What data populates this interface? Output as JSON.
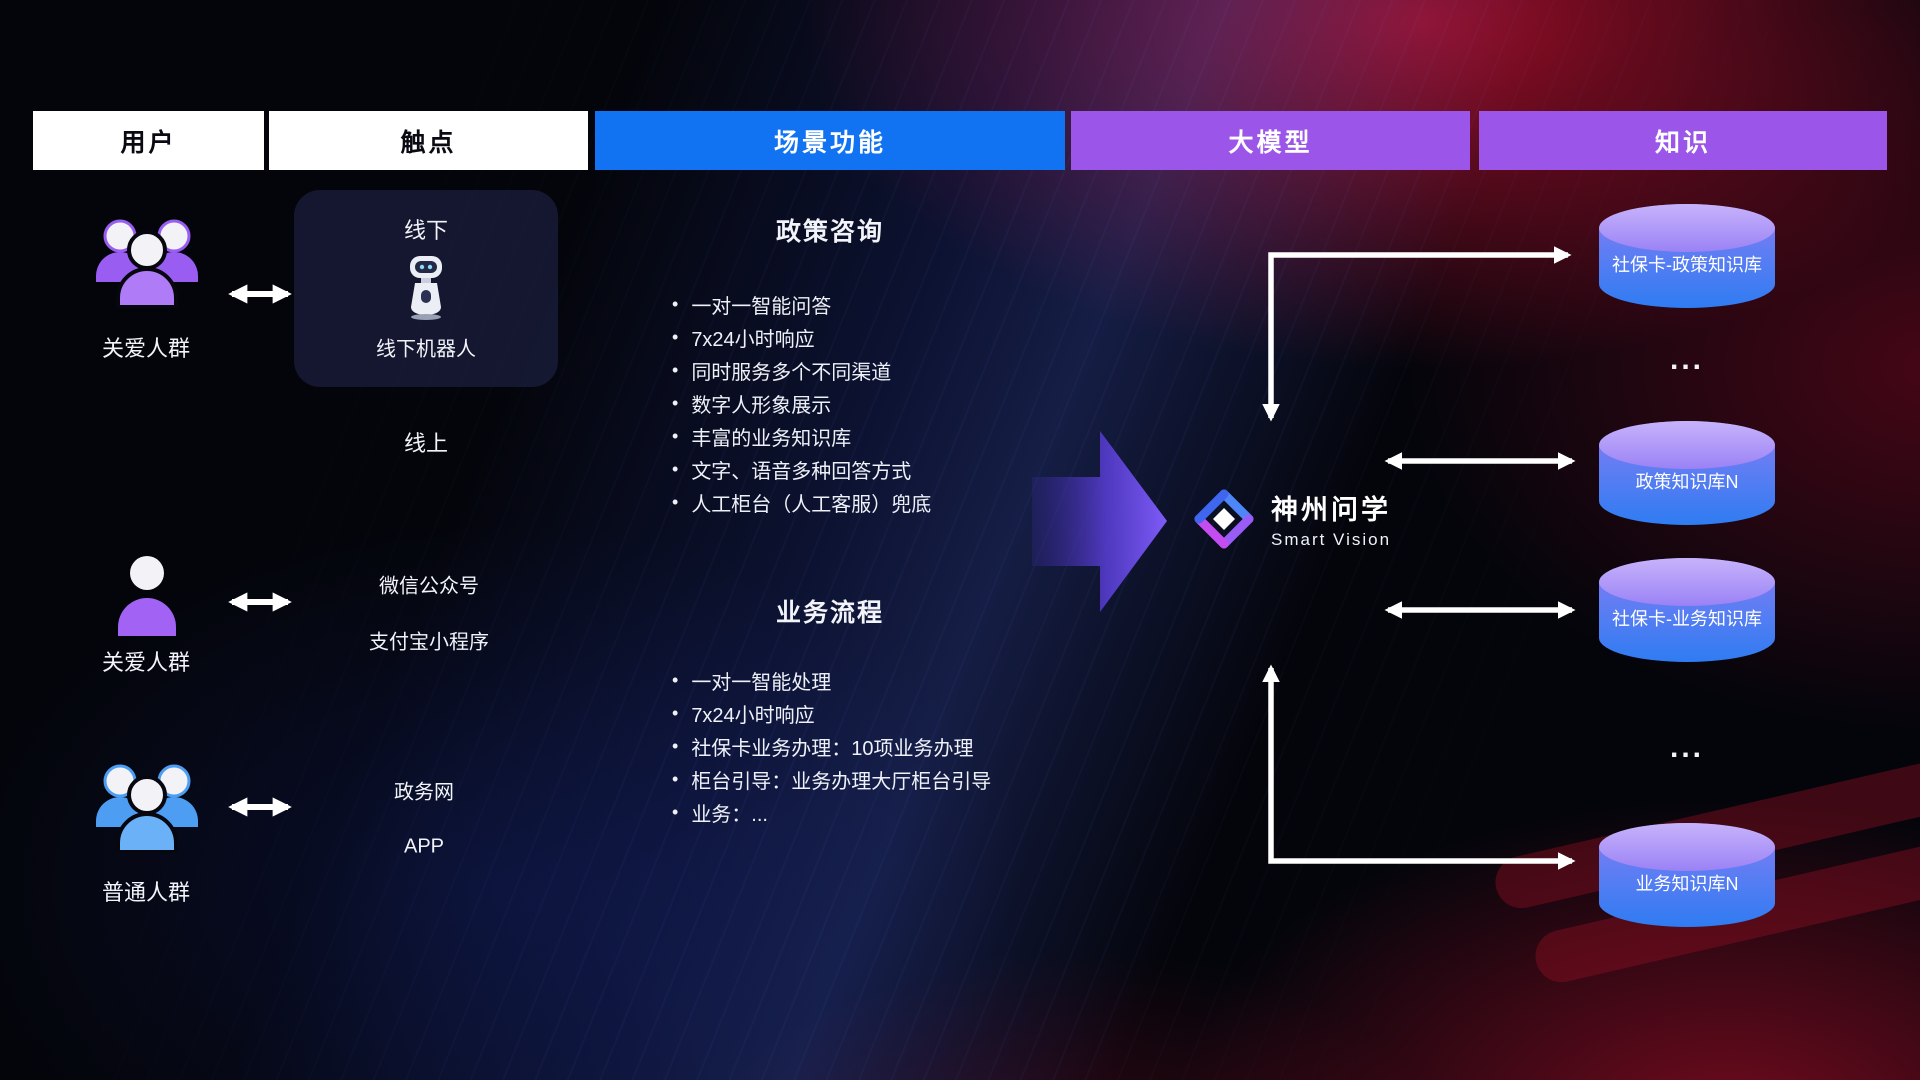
{
  "headers": [
    "用户",
    "触点",
    "场景功能",
    "大模型",
    "知识"
  ],
  "colors": {
    "header_blue": "#1273f2",
    "header_purple": "#9b55e8",
    "cylinder_top": "#b99ff8",
    "cylinder_bottom": "#2f7cf2",
    "flow_arrow_purple": "#6a48e8"
  },
  "users": [
    {
      "label": "关爱人群",
      "icon": "users-group-purple"
    },
    {
      "label": "关爱人群",
      "icon": "user-purple"
    },
    {
      "label": "普通人群",
      "icon": "users-group-blue"
    }
  ],
  "touchpoints": {
    "offline_label": "线下",
    "robot_label": "线下机器人",
    "online_label": "线上",
    "channels": [
      "微信公众号",
      "支付宝小程序",
      "政务网",
      "APP"
    ]
  },
  "scenarios": {
    "policy": {
      "title": "政策咨询",
      "items": [
        "一对一智能问答",
        "7x24小时响应",
        "同时服务多个不同渠道",
        "数字人形象展示",
        "丰富的业务知识库",
        "文字、语音多种回答方式",
        "人工柜台（人工客服）兜底"
      ]
    },
    "process": {
      "title": "业务流程",
      "items": [
        "一对一智能处理",
        "7x24小时响应",
        "社保卡业务办理：10项业务办理",
        "柜台引导：业务办理大厅柜台引导",
        "业务：..."
      ]
    }
  },
  "model": {
    "name": "神州问学",
    "subtitle": "Smart Vision"
  },
  "knowledge": {
    "bases": [
      "社保卡-政策知识库",
      "政策知识库N",
      "社保卡-业务知识库",
      "业务知识库N"
    ],
    "ellipsis": "..."
  }
}
